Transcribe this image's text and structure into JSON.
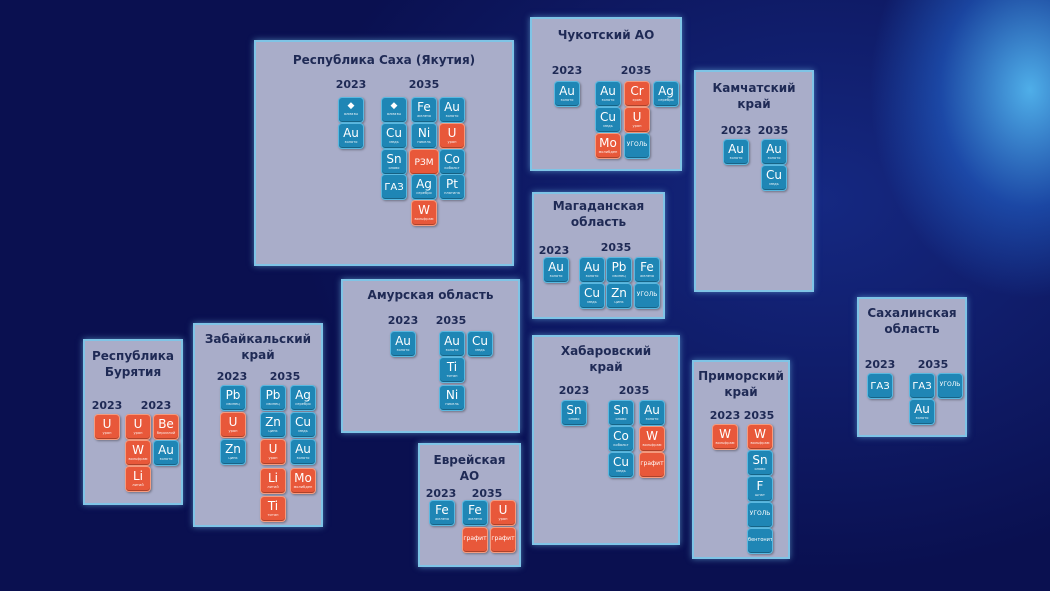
{
  "regions": {
    "yakutia": {
      "title_lines": [
        "Республика Саха (Якутия)"
      ],
      "y2023": "2023",
      "y2035": "2035",
      "tiles2023": [
        {
          "sym": "◆",
          "sub": "алмазы",
          "c": "b"
        },
        {
          "sym": "Au",
          "sub": "золото",
          "c": "b"
        }
      ],
      "tiles2035": [
        {
          "sym": "◆",
          "sub": "алмазы",
          "c": "b"
        },
        {
          "sym": "Fe",
          "sub": "железо",
          "c": "b"
        },
        {
          "sym": "Au",
          "sub": "золото",
          "c": "b"
        },
        {
          "sym": "Cu",
          "sub": "медь",
          "c": "b"
        },
        {
          "sym": "Ni",
          "sub": "никель",
          "c": "b"
        },
        {
          "sym": "U",
          "sub": "уран",
          "c": "r"
        },
        {
          "sym": "Sn",
          "sub": "олово",
          "c": "b"
        },
        {
          "sym": "РЗМ",
          "sub": "",
          "c": "r"
        },
        {
          "sym": "Co",
          "sub": "кобальт",
          "c": "b"
        },
        {
          "sym": "ГАЗ",
          "sub": "",
          "c": "b"
        },
        {
          "sym": "Ag",
          "sub": "серебро",
          "c": "b"
        },
        {
          "sym": "Pt",
          "sub": "платина",
          "c": "b"
        },
        {
          "sym": "W",
          "sub": "вольфрам",
          "c": "r"
        }
      ]
    },
    "chukotka": {
      "title_lines": [
        "Чукотский АО"
      ],
      "y2023": "2023",
      "y2035": "2035",
      "tiles2023": [
        {
          "sym": "Au",
          "sub": "золото",
          "c": "b"
        }
      ],
      "tiles2035": [
        {
          "sym": "Au",
          "sub": "золото",
          "c": "b"
        },
        {
          "sym": "Cr",
          "sub": "хром",
          "c": "r"
        },
        {
          "sym": "Ag",
          "sub": "серебро",
          "c": "b"
        },
        {
          "sym": "Cu",
          "sub": "медь",
          "c": "b"
        },
        {
          "sym": "U",
          "sub": "уран",
          "c": "r"
        },
        {
          "sym": "Mo",
          "sub": "молибден",
          "c": "r"
        },
        {
          "full": "УГОЛЬ",
          "c": "b"
        }
      ]
    },
    "kamchatka": {
      "title_lines": [
        "Камчатский",
        "край"
      ],
      "y2023": "2023",
      "y2035": "2035",
      "tiles2023": [
        {
          "sym": "Au",
          "sub": "золото",
          "c": "b"
        }
      ],
      "tiles2035": [
        {
          "sym": "Au",
          "sub": "золото",
          "c": "b"
        },
        {
          "sym": "Cu",
          "sub": "медь",
          "c": "b"
        }
      ]
    },
    "magadan": {
      "title_lines": [
        "Магаданская",
        "область"
      ],
      "y2023": "2023",
      "y2035": "2035",
      "tiles2023": [
        {
          "sym": "Au",
          "sub": "золото",
          "c": "b"
        }
      ],
      "tiles2035": [
        {
          "sym": "Au",
          "sub": "золото",
          "c": "b"
        },
        {
          "sym": "Pb",
          "sub": "свинец",
          "c": "b"
        },
        {
          "sym": "Fe",
          "sub": "железо",
          "c": "b"
        },
        {
          "sym": "Cu",
          "sub": "медь",
          "c": "b"
        },
        {
          "sym": "Zn",
          "sub": "цинк",
          "c": "b"
        },
        {
          "full": "УГОЛЬ",
          "c": "b"
        }
      ]
    },
    "amur": {
      "title_lines": [
        "Амурская область"
      ],
      "y2023": "2023",
      "y2035": "2035",
      "tiles2023": [
        {
          "sym": "Au",
          "sub": "золото",
          "c": "b"
        }
      ],
      "tiles2035": [
        {
          "sym": "Au",
          "sub": "золото",
          "c": "b"
        },
        {
          "sym": "Cu",
          "sub": "медь",
          "c": "b"
        },
        {
          "sym": "Ti",
          "sub": "титан",
          "c": "b"
        },
        {
          "sym": "Ni",
          "sub": "никель",
          "c": "b"
        }
      ]
    },
    "sakhalin": {
      "title_lines": [
        "Сахалинская",
        "область"
      ],
      "y2023": "2023",
      "y2035": "2035",
      "tiles2023": [
        {
          "sym": "ГАЗ",
          "sub": "",
          "c": "b"
        }
      ],
      "tiles2035": [
        {
          "sym": "ГАЗ",
          "sub": "",
          "c": "b"
        },
        {
          "full": "УГОЛЬ",
          "c": "b"
        },
        {
          "sym": "Au",
          "sub": "золото",
          "c": "b"
        }
      ]
    },
    "buryatia": {
      "title_lines": [
        "Республика",
        "Бурятия"
      ],
      "y2023": "2023",
      "y2035": "2023",
      "tiles2023": [
        {
          "sym": "U",
          "sub": "уран",
          "c": "r"
        }
      ],
      "tiles2035": [
        {
          "sym": "U",
          "sub": "уран",
          "c": "r"
        },
        {
          "sym": "Be",
          "sub": "бериллий",
          "c": "r"
        },
        {
          "sym": "W",
          "sub": "вольфрам",
          "c": "r"
        },
        {
          "sym": "Au",
          "sub": "золото",
          "c": "b"
        },
        {
          "sym": "Li",
          "sub": "литий",
          "c": "r"
        }
      ]
    },
    "zabaikal": {
      "title_lines": [
        "Забайкальский",
        "край"
      ],
      "y2023": "2023",
      "y2035": "2035",
      "tiles2023": [
        {
          "sym": "Pb",
          "sub": "свинец",
          "c": "b"
        },
        {
          "sym": "U",
          "sub": "уран",
          "c": "r"
        },
        {
          "sym": "Zn",
          "sub": "цинк",
          "c": "b"
        }
      ],
      "tiles2035": [
        {
          "sym": "Pb",
          "sub": "свинец",
          "c": "b"
        },
        {
          "sym": "Ag",
          "sub": "серебро",
          "c": "b"
        },
        {
          "sym": "Zn",
          "sub": "цинк",
          "c": "b"
        },
        {
          "sym": "Cu",
          "sub": "медь",
          "c": "b"
        },
        {
          "sym": "U",
          "sub": "уран",
          "c": "r"
        },
        {
          "sym": "Au",
          "sub": "золото",
          "c": "b"
        },
        {
          "sym": "Li",
          "sub": "литий",
          "c": "r"
        },
        {
          "sym": "Mo",
          "sub": "молибден",
          "c": "r"
        },
        {
          "sym": "Ti",
          "sub": "титан",
          "c": "r"
        }
      ]
    },
    "evrei": {
      "title_lines": [
        "Еврейская",
        "АО"
      ],
      "y2023": "2023",
      "y2035": "2035",
      "tiles2023": [
        {
          "sym": "Fe",
          "sub": "железо",
          "c": "b"
        }
      ],
      "tiles2035": [
        {
          "sym": "Fe",
          "sub": "железо",
          "c": "b"
        },
        {
          "sym": "U",
          "sub": "уран",
          "c": "r"
        },
        {
          "full": "графит",
          "c": "r"
        },
        {
          "full": "графит",
          "c": "r"
        }
      ]
    },
    "khabarovsk": {
      "title_lines": [
        "Хабаровский",
        "край"
      ],
      "y2023": "2023",
      "y2035": "2035",
      "tiles2023": [
        {
          "sym": "Sn",
          "sub": "олово",
          "c": "b"
        }
      ],
      "tiles2035": [
        {
          "sym": "Sn",
          "sub": "олово",
          "c": "b"
        },
        {
          "sym": "Au",
          "sub": "золото",
          "c": "b"
        },
        {
          "sym": "Co",
          "sub": "кобальт",
          "c": "b"
        },
        {
          "sym": "W",
          "sub": "вольфрам",
          "c": "r"
        },
        {
          "sym": "Cu",
          "sub": "медь",
          "c": "b"
        },
        {
          "full": "графит",
          "c": "r"
        }
      ]
    },
    "primorye": {
      "title_lines": [
        "Приморский",
        "край"
      ],
      "y2023": "2023",
      "y2035": "2035",
      "tiles2023": [
        {
          "sym": "W",
          "sub": "вольфрам",
          "c": "r"
        }
      ],
      "tiles2035": [
        {
          "sym": "W",
          "sub": "вольфрам",
          "c": "r"
        },
        {
          "sym": "Sn",
          "sub": "олово",
          "c": "b"
        },
        {
          "sym": "F",
          "sub": "шпат",
          "c": "b"
        },
        {
          "full": "УГОЛЬ",
          "c": "b"
        },
        {
          "full": "бентонит",
          "c": "b"
        }
      ]
    }
  },
  "colors": {
    "blue_tile": "#1f86b5",
    "red_tile": "#e8583a",
    "panel": "#a9adc9",
    "panel_border": "#7fc4e6"
  }
}
